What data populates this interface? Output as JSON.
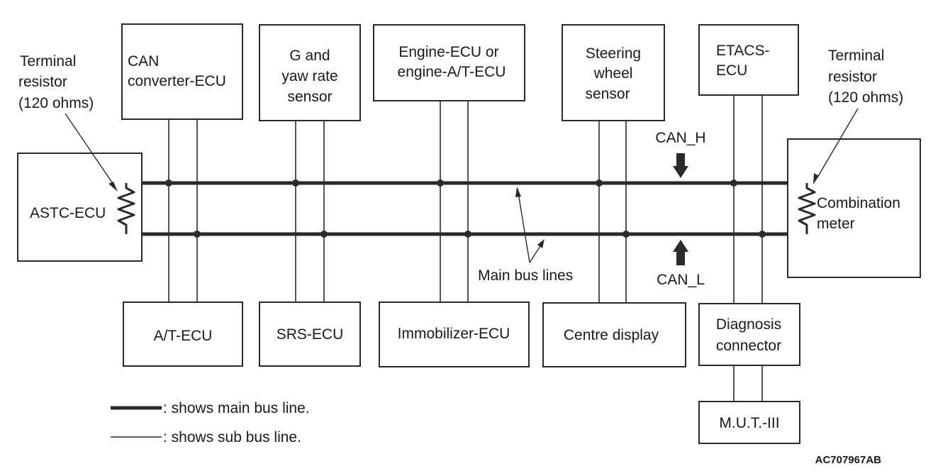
{
  "units": {
    "can_converter": {
      "lines": [
        "CAN",
        "converter-ECU"
      ]
    },
    "g_yaw": {
      "lines": [
        "G and",
        "yaw rate",
        "sensor"
      ]
    },
    "engine": {
      "lines": [
        "Engine-ECU or",
        "engine-A/T-ECU"
      ]
    },
    "steering": {
      "lines": [
        "Steering",
        "wheel",
        "sensor"
      ]
    },
    "etacs": {
      "lines": [
        "ETACS-",
        "ECU"
      ]
    },
    "astc": {
      "lines": [
        "ASTC-ECU"
      ]
    },
    "combination": {
      "lines": [
        "Combination",
        "meter"
      ]
    },
    "at_ecu": {
      "lines": [
        "A/T-ECU"
      ]
    },
    "srs": {
      "lines": [
        "SRS-ECU"
      ]
    },
    "immobilizer": {
      "lines": [
        "Immobilizer-ECU"
      ]
    },
    "centre_display": {
      "lines": [
        "Centre display"
      ]
    },
    "diagnosis": {
      "lines": [
        "Diagnosis",
        "connector"
      ]
    },
    "mut": {
      "lines": [
        "M.U.T.-III"
      ]
    }
  },
  "annotations": {
    "terminal_left": [
      "Terminal",
      "resistor",
      "(120 ohms)"
    ],
    "terminal_right": [
      "Terminal",
      "resistor",
      "(120 ohms)"
    ],
    "can_h": "CAN_H",
    "can_l": "CAN_L",
    "main_bus_lines": "Main bus lines"
  },
  "legend": {
    "main": ": shows main bus line.",
    "sub": ": shows sub bus line."
  },
  "figure_code": "AC707967AB"
}
